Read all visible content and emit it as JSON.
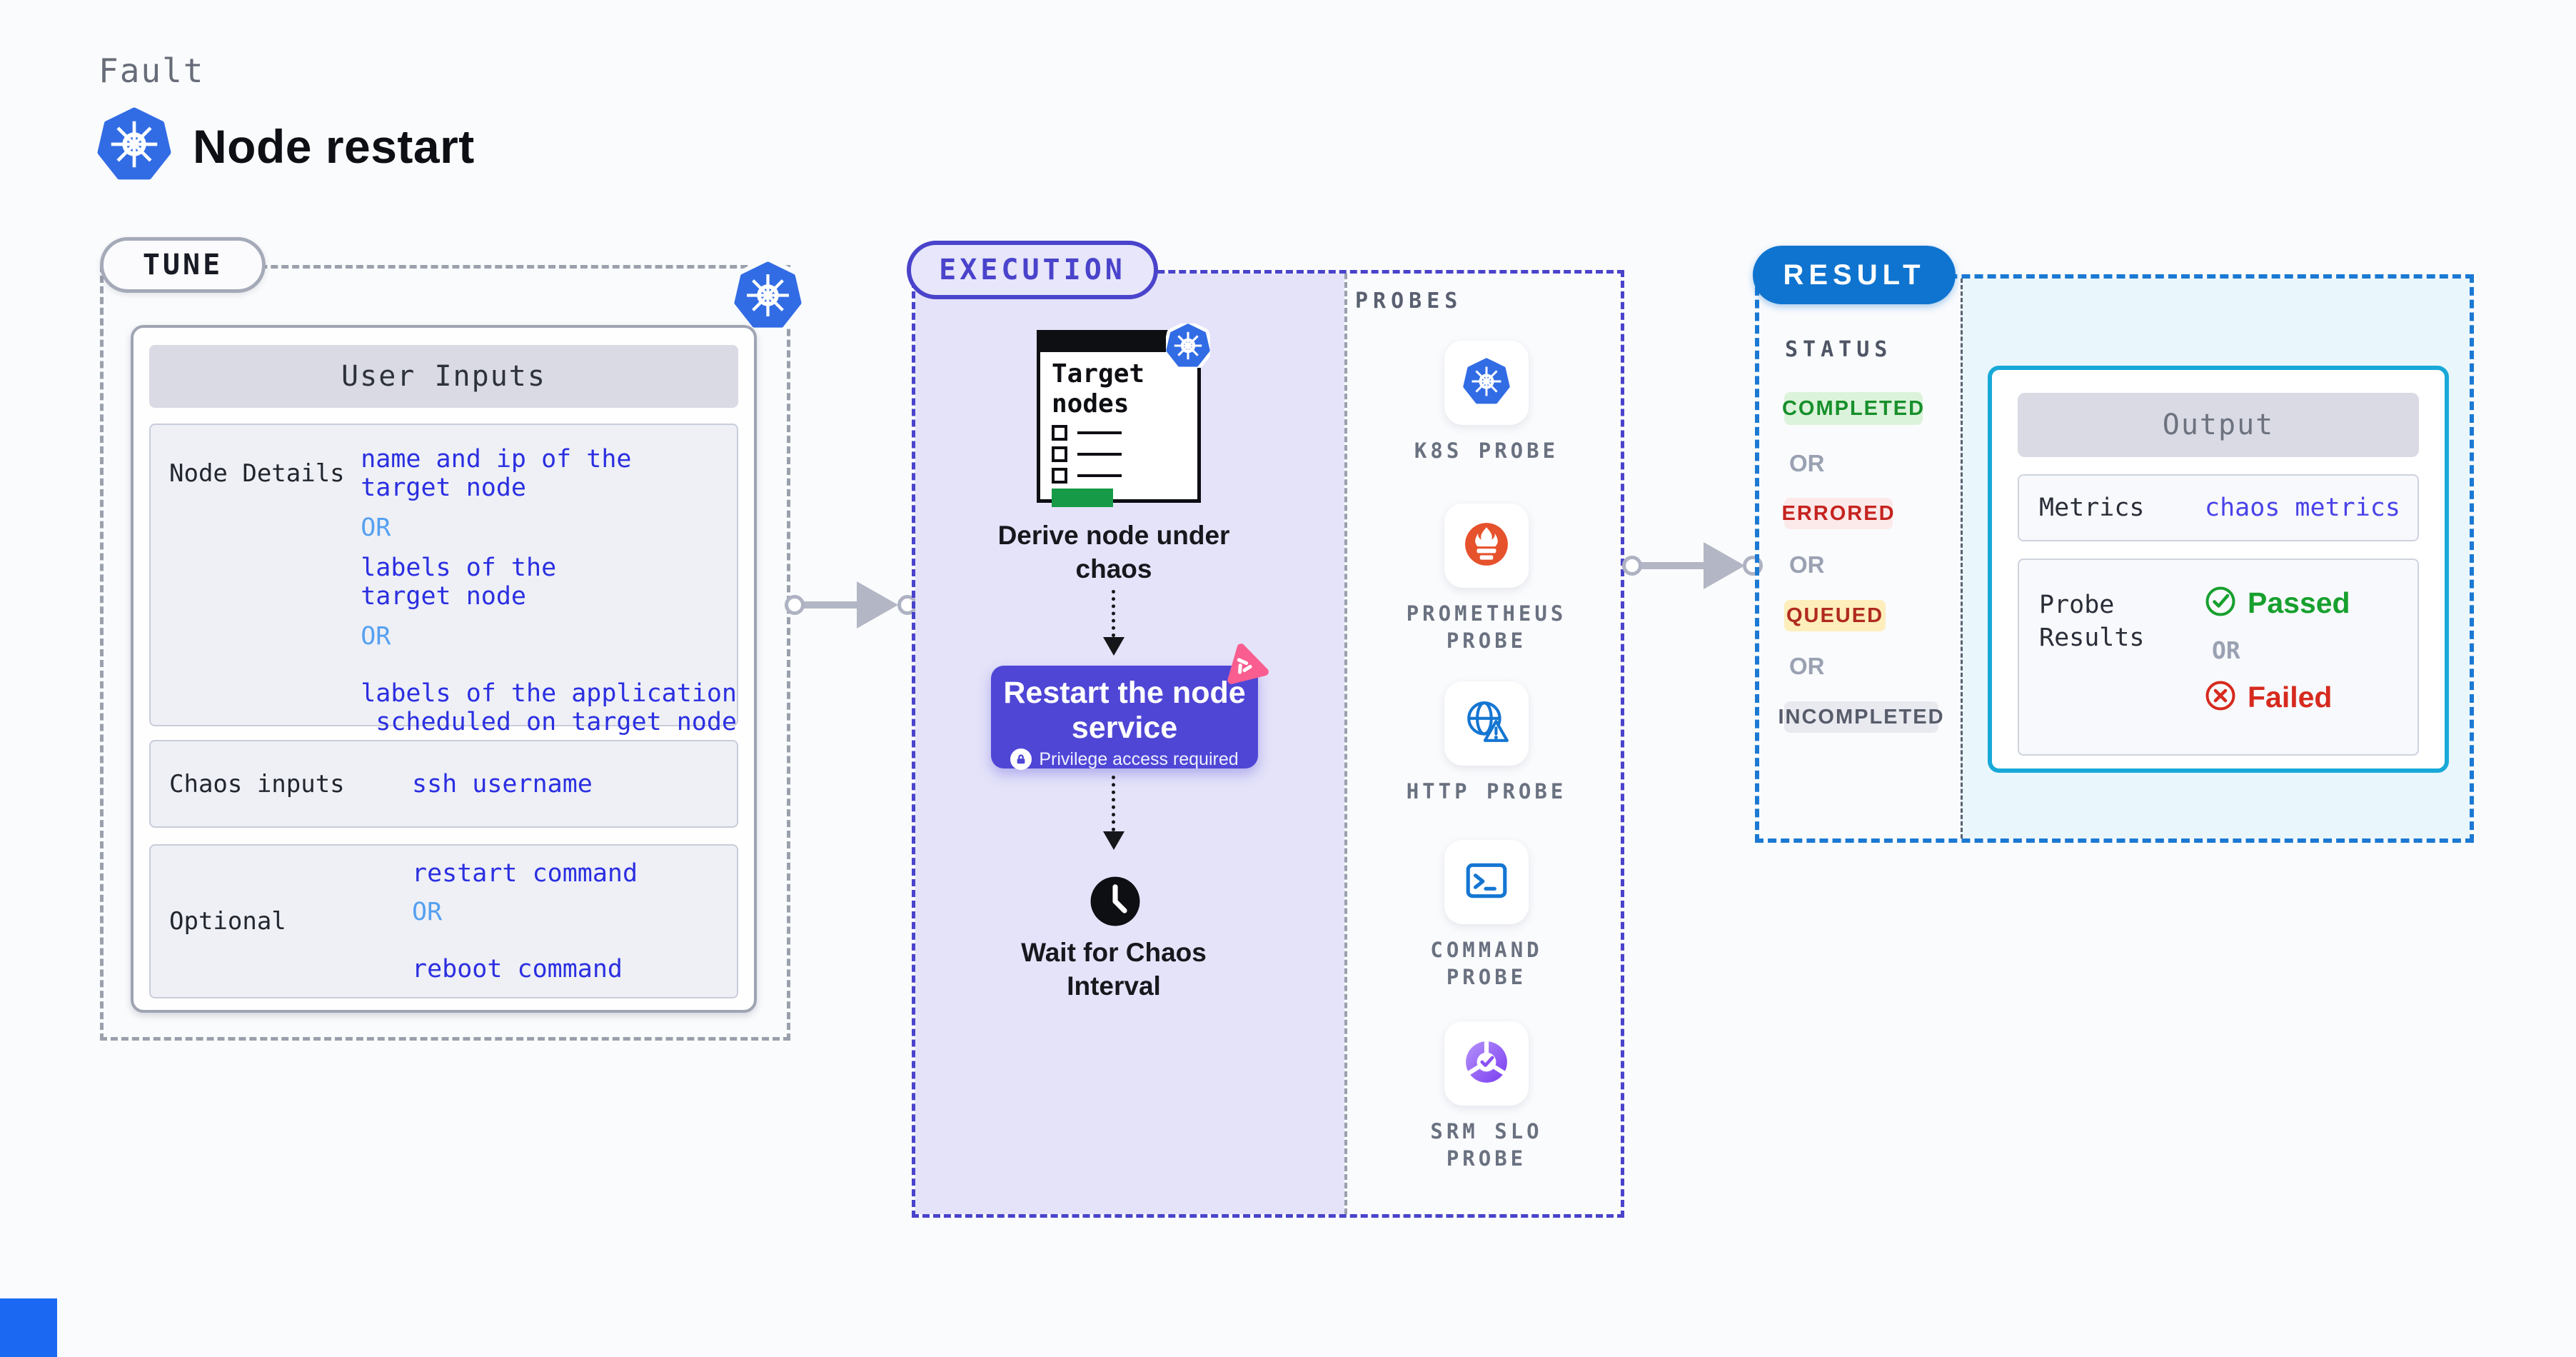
{
  "header": {
    "eyebrow": "Fault",
    "title": "Node restart"
  },
  "icons": {
    "kubernetes": "kubernetes-wheel",
    "prometheus": "flame-torch",
    "http": "globe-alert",
    "command": "terminal-prompt",
    "srm_slo": "pie-check",
    "clock": "clock",
    "lock": "padlock",
    "chaos": "pink-chaos-triangle"
  },
  "tune": {
    "pill": "TUNE",
    "user_inputs_title": "User Inputs",
    "node_details": {
      "label": "Node Details",
      "value1": "name and ip of the\ntarget node",
      "or1": "OR",
      "value2": "labels of the\ntarget node",
      "or2": "OR",
      "value3": "labels of the application\n scheduled on target node"
    },
    "chaos_inputs": {
      "label": "Chaos inputs",
      "value": "ssh username"
    },
    "optional": {
      "label": "Optional",
      "value1": "restart command",
      "or": "OR",
      "value2": "reboot command"
    }
  },
  "execution": {
    "pill": "EXECUTION",
    "target_card_title": "Target\nnodes",
    "derive_label": "Derive node under\nchaos",
    "restart_button": {
      "title": "Restart the node\nservice",
      "privilege": "Privilege access required"
    },
    "wait_label": "Wait for Chaos\nInterval"
  },
  "probes": {
    "heading": "PROBES",
    "items": [
      {
        "label": "K8S PROBE",
        "icon": "kubernetes"
      },
      {
        "label": "PROMETHEUS\nPROBE",
        "icon": "prometheus"
      },
      {
        "label": "HTTP PROBE",
        "icon": "http"
      },
      {
        "label": "COMMAND\nPROBE",
        "icon": "command"
      },
      {
        "label": "SRM SLO\nPROBE",
        "icon": "srm_slo"
      }
    ]
  },
  "result": {
    "pill": "RESULT",
    "status_heading": "STATUS",
    "or": "OR",
    "statuses": [
      {
        "label": "COMPLETED",
        "text_color": "#178f2b",
        "bg_color": "#dcf3db"
      },
      {
        "label": "ERRORED",
        "text_color": "#c5231f",
        "bg_color": "#fce9e9"
      },
      {
        "label": "QUEUED",
        "text_color": "#b02a20",
        "bg_color": "#fdeebb"
      },
      {
        "label": "INCOMPLETED",
        "text_color": "#565c6a",
        "bg_color": "#e9e9f0"
      }
    ],
    "output": {
      "title": "Output",
      "metrics_label": "Metrics",
      "metrics_value": "chaos metrics",
      "probe_results_label": "Probe\nResults",
      "passed": "Passed",
      "or": "OR",
      "failed": "Failed"
    }
  },
  "colors": {
    "kubernetes_blue": "#326CE5",
    "prometheus_orange": "#E6522C",
    "execution_indigo": "#4a43cb",
    "button_indigo": "#4f46d6",
    "result_blue": "#0f74cf",
    "output_border_cyan": "#18a9d8",
    "value_blue": "#2b2fe0",
    "or_light_blue": "#55a0f0",
    "passed_green": "#17a02e",
    "failed_red": "#d62a1e",
    "chaos_pink": "#fa5e90",
    "progress_green": "#169a47"
  }
}
